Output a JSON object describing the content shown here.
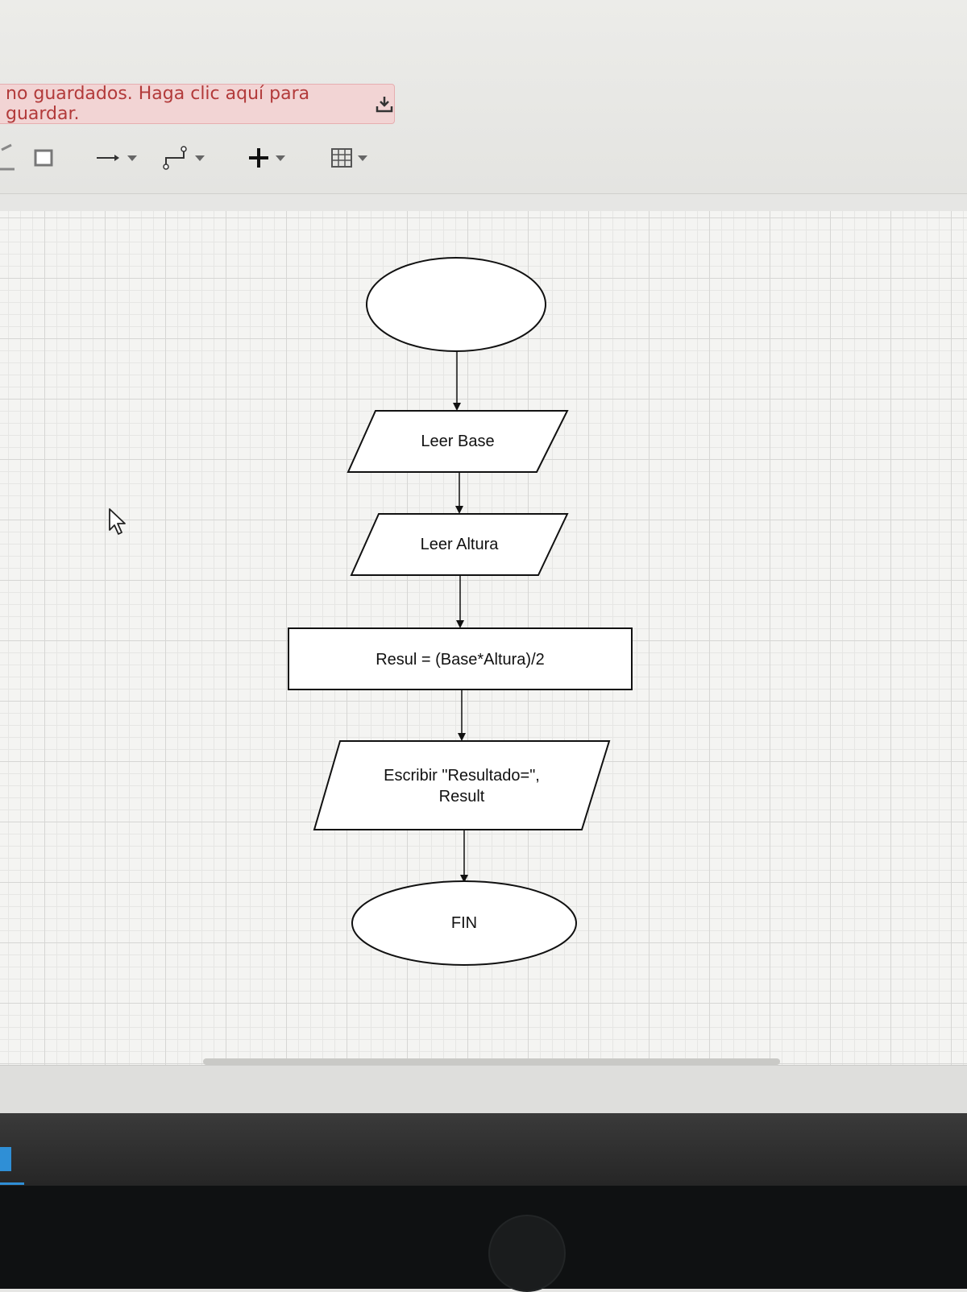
{
  "banner": {
    "text": "no guardados. Haga clic aquí para guardar."
  },
  "toolbar": {
    "items": [
      "shape-tool",
      "connector-style",
      "waypoints",
      "insert",
      "table"
    ]
  },
  "flowchart": {
    "nodes": [
      {
        "id": "start",
        "shape": "ellipse",
        "label": ""
      },
      {
        "id": "read-base",
        "shape": "parallelogram",
        "label": "Leer  Base"
      },
      {
        "id": "read-height",
        "shape": "parallelogram",
        "label": "Leer Altura"
      },
      {
        "id": "compute",
        "shape": "rectangle",
        "label": "Resul = (Base*Altura)/2"
      },
      {
        "id": "write-result",
        "shape": "parallelogram",
        "label": "Escribir \"Resultado=\",\nResult"
      },
      {
        "id": "end",
        "shape": "ellipse",
        "label": "FIN"
      }
    ],
    "edges": [
      {
        "from": "start",
        "to": "read-base"
      },
      {
        "from": "read-base",
        "to": "read-height"
      },
      {
        "from": "read-height",
        "to": "compute"
      },
      {
        "from": "compute",
        "to": "write-result"
      },
      {
        "from": "write-result",
        "to": "end"
      }
    ]
  },
  "colors": {
    "banner_bg": "#f2d4d4",
    "banner_text": "#b23a3a",
    "taskbar_accent": "#2f8fd6"
  }
}
